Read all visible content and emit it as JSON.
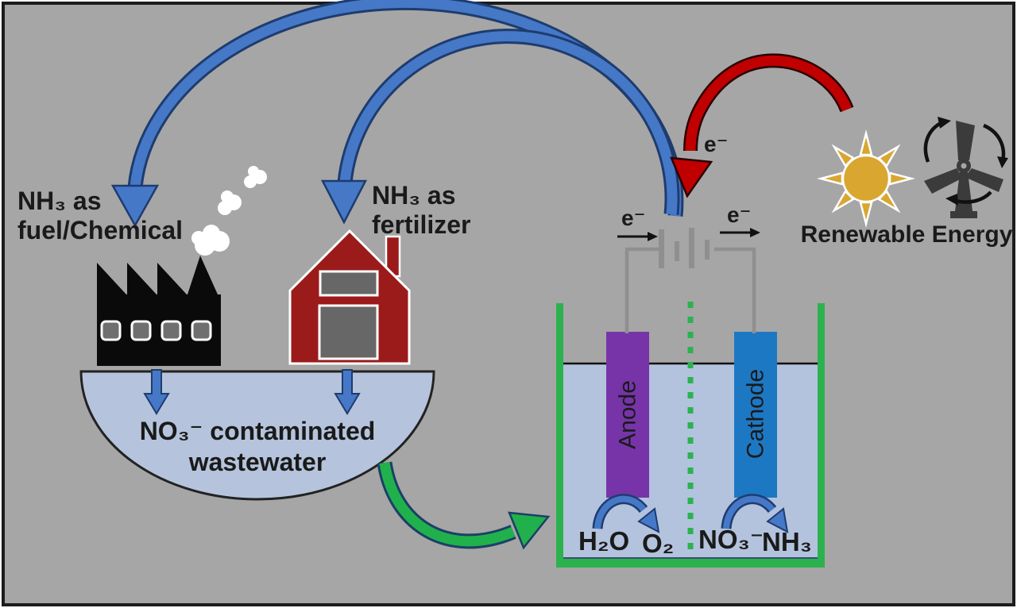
{
  "labels": {
    "nh3_fuel": {
      "line1": "NH₃ as",
      "line2": "fuel/Chemical"
    },
    "nh3_fertilizer": {
      "line1": "NH₃ as",
      "line2": "fertilizer"
    },
    "wastewater": {
      "line1": "NO₃⁻ contaminated",
      "line2": "wastewater"
    },
    "renewable_energy": "Renewable Energy",
    "electron": "e⁻",
    "anode": "Anode",
    "cathode": "Cathode",
    "anode_reaction": {
      "reactant": "H₂O",
      "product": "O₂"
    },
    "cathode_reaction": {
      "reactant": "NO₃⁻",
      "product": "NH₃"
    }
  },
  "icons": {
    "factory": "factory-icon",
    "smoke": "smoke-icon",
    "house": "house-icon",
    "bowl": "wastewater-bowl",
    "battery": "battery-icon",
    "sun": "sun-icon",
    "wind_turbine": "wind-turbine-icon"
  },
  "colors": {
    "bg": "#a6a6a6",
    "text": "#1a1a1a",
    "frame_black": "#1c1c1c",
    "frame_white": "#ffffff",
    "arrow_blue": "#4678c8",
    "arrow_blue_dark": "#1e3c6e",
    "arrow_red": "#c00000",
    "arrow_red_dark": "#2a0000",
    "arrow_green": "#21b14c",
    "arrow_green_dark": "#1c3f67",
    "bowl_fill": "#b5c4dc",
    "factory_black": "#0a0a0a",
    "window_gray": "#6f6f6f",
    "house_red": "#9b1b1b",
    "house_window": "#676767",
    "cell_green": "#2bb24e",
    "liquid": "#b3c3dd",
    "anode_purple": "#7634a8",
    "cathode_blue": "#1d78c4",
    "wire_gray": "#8f8f8f",
    "sun_gold": "#d9a630",
    "turbine_dark": "#3b3b3b",
    "white": "#ffffff"
  }
}
